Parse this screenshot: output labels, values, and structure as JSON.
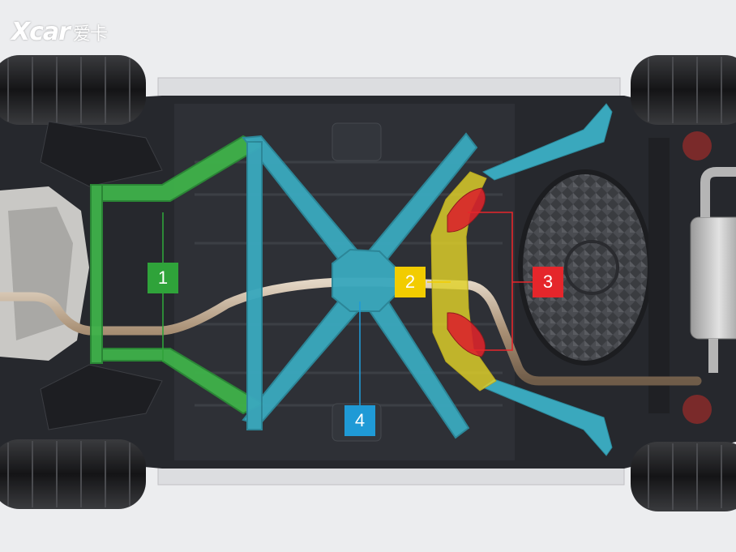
{
  "watermark": {
    "latin": "Xcar",
    "chinese": "爱卡"
  },
  "callouts": [
    {
      "label": "1",
      "color": "#2fa33a",
      "part": "front-subframe-brace"
    },
    {
      "label": "2",
      "color": "#f2cc00",
      "part": "rear-crossmember-plate"
    },
    {
      "label": "3",
      "color": "#e5262b",
      "part": "reinforcement-patches"
    },
    {
      "label": "4",
      "color": "#1f9ad6",
      "part": "x-brace"
    }
  ],
  "colors": {
    "background": "#ecedef",
    "underbody": "#2a2c31",
    "tire": "#1a1a1c",
    "x_brace": "#3aa8bd",
    "front_brace": "#3fb24a",
    "rear_plate": "#d8c92a",
    "patch": "#d9252b",
    "exhaust": "#b9a48e"
  }
}
